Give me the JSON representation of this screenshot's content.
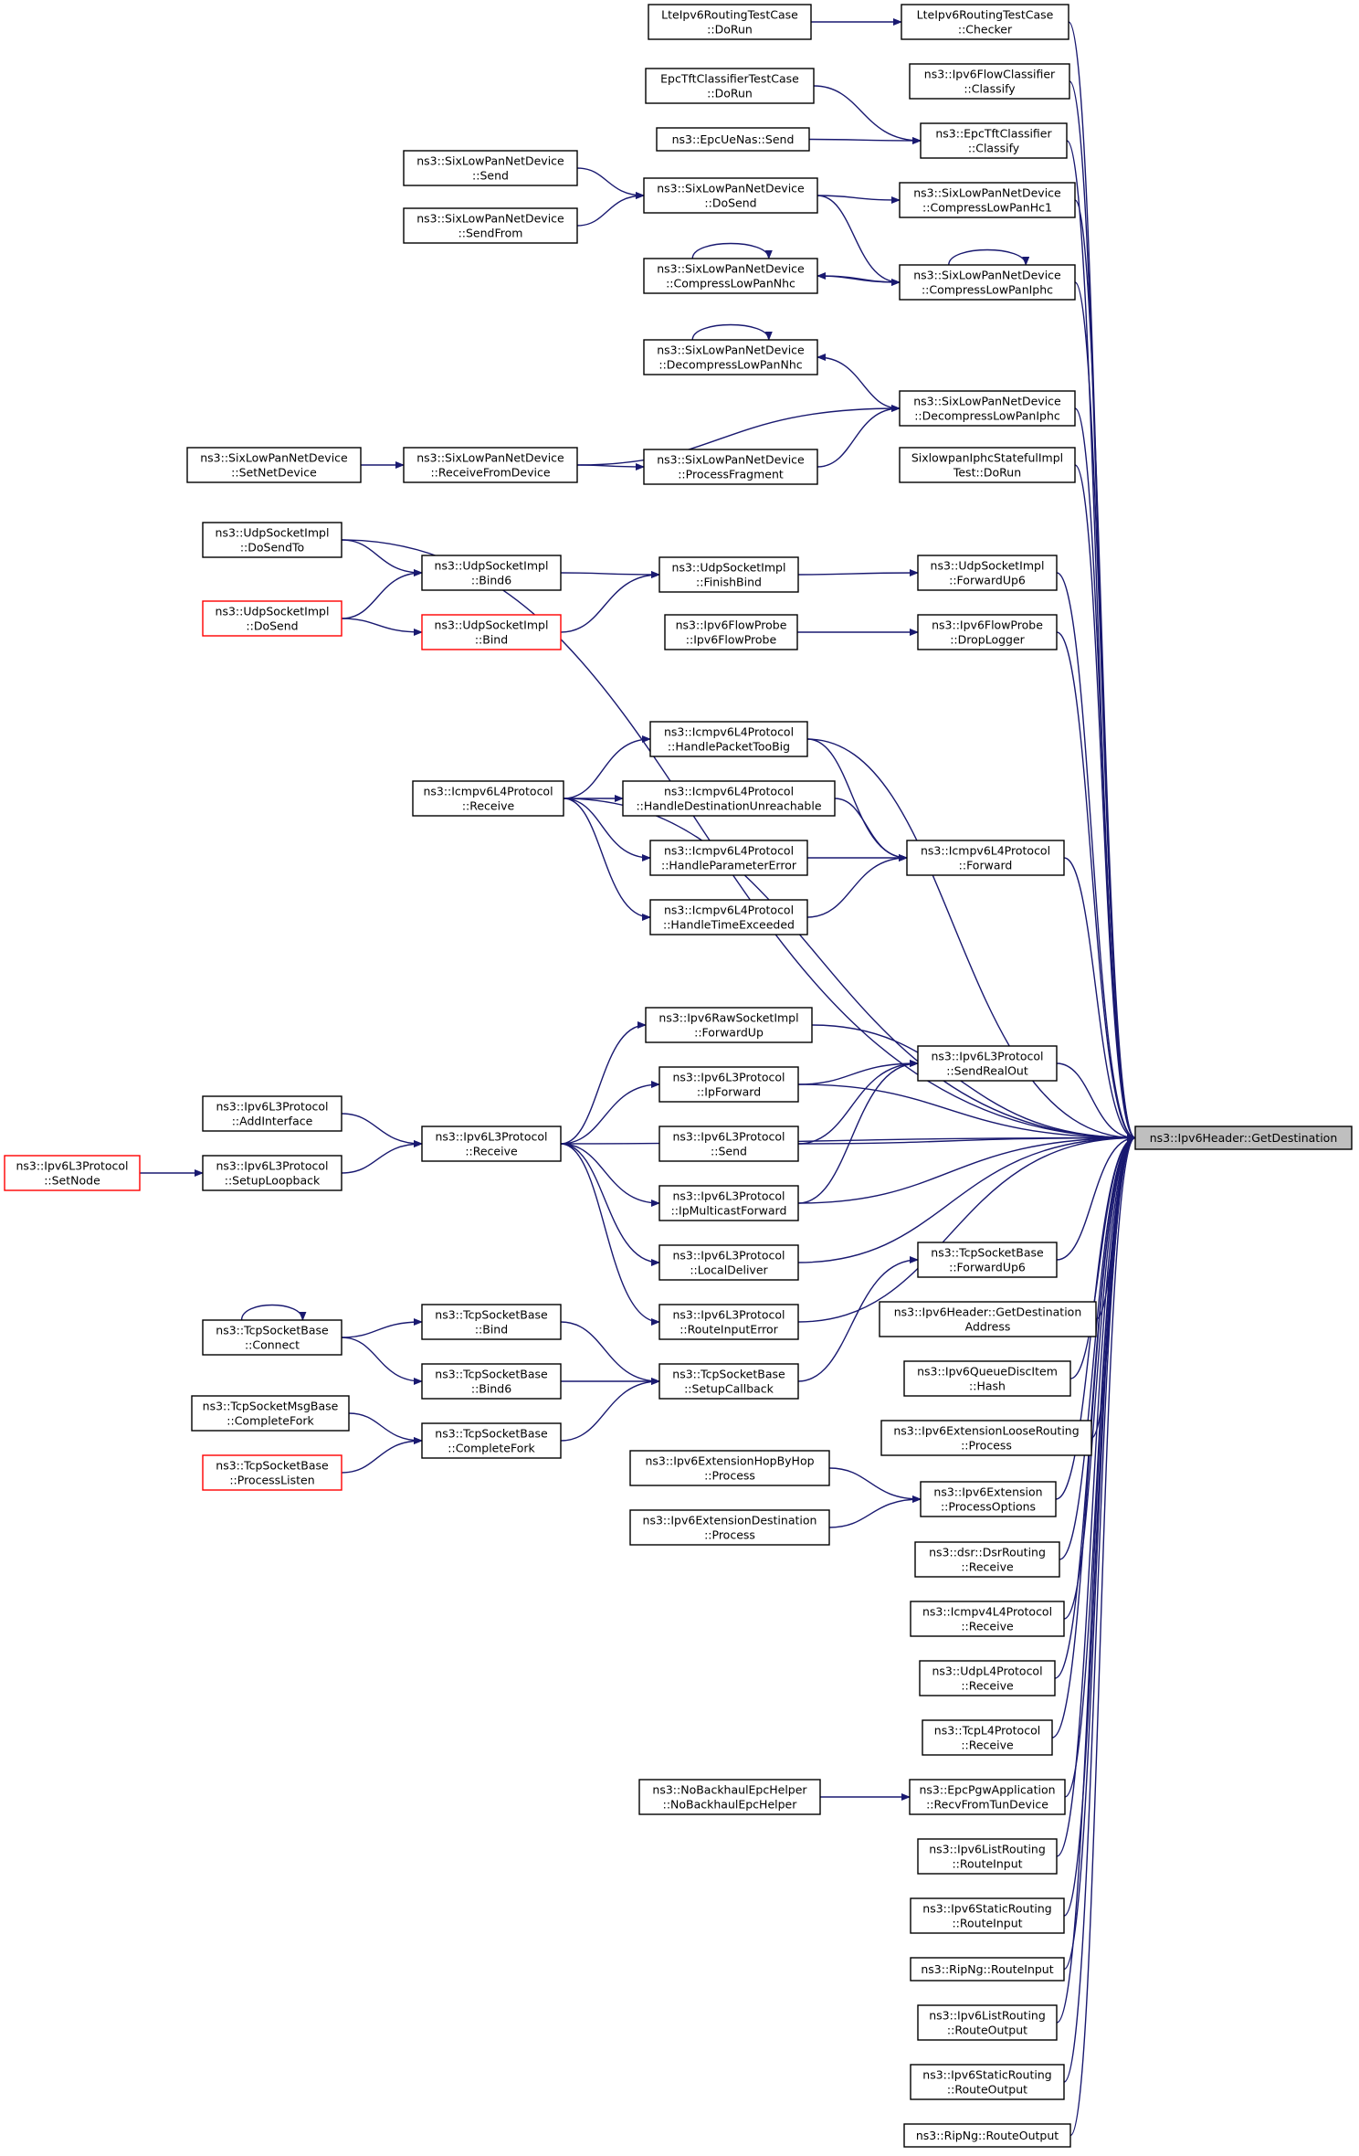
{
  "title": "",
  "colors": {
    "edge": "#191970",
    "node_border": "#000000",
    "truncated_border": "#ff0000",
    "root_fill": "#bfbfbf",
    "background": "#ffffff"
  },
  "nodes": {
    "root": {
      "lines": [
        "ns3::Ipv6Header::GetDestination"
      ]
    },
    "lteChecker": {
      "lines": [
        "LteIpv6RoutingTestCase",
        "::Checker"
      ]
    },
    "lteDoRun": {
      "lines": [
        "LteIpv6RoutingTestCase",
        "::DoRun"
      ]
    },
    "flowClassify": {
      "lines": [
        "ns3::Ipv6FlowClassifier",
        "::Classify"
      ]
    },
    "epcTftClassify": {
      "lines": [
        "ns3::EpcTftClassifier",
        "::Classify"
      ]
    },
    "epcTftTestDoRun": {
      "lines": [
        "EpcTftClassifierTestCase",
        "::DoRun"
      ]
    },
    "epcUeNasSend": {
      "lines": [
        "ns3::EpcUeNas::Send"
      ]
    },
    "compressHc1": {
      "lines": [
        "ns3::SixLowPanNetDevice",
        "::CompressLowPanHc1"
      ]
    },
    "sixDoSend": {
      "lines": [
        "ns3::SixLowPanNetDevice",
        "::DoSend"
      ]
    },
    "sixSend": {
      "lines": [
        "ns3::SixLowPanNetDevice",
        "::Send"
      ]
    },
    "sixSendFrom": {
      "lines": [
        "ns3::SixLowPanNetDevice",
        "::SendFrom"
      ]
    },
    "compressIphc": {
      "lines": [
        "ns3::SixLowPanNetDevice",
        "::CompressLowPanIphc"
      ]
    },
    "compressNhc": {
      "lines": [
        "ns3::SixLowPanNetDevice",
        "::CompressLowPanNhc"
      ]
    },
    "decompressIphc": {
      "lines": [
        "ns3::SixLowPanNetDevice",
        "::DecompressLowPanIphc"
      ]
    },
    "decompressNhc": {
      "lines": [
        "ns3::SixLowPanNetDevice",
        "::DecompressLowPanNhc"
      ]
    },
    "receiveFromDevice": {
      "lines": [
        "ns3::SixLowPanNetDevice",
        "::ReceiveFromDevice"
      ]
    },
    "setNetDevice": {
      "lines": [
        "ns3::SixLowPanNetDevice",
        "::SetNetDevice"
      ]
    },
    "processFragment": {
      "lines": [
        "ns3::SixLowPanNetDevice",
        "::ProcessFragment"
      ]
    },
    "iphcStatefulDoRun": {
      "lines": [
        "SixlowpanIphcStatefulImpl",
        "Test::DoRun"
      ]
    },
    "udpDoSendTo": {
      "lines": [
        "ns3::UdpSocketImpl",
        "::DoSendTo"
      ]
    },
    "udpForwardUp6": {
      "lines": [
        "ns3::UdpSocketImpl",
        "::ForwardUp6"
      ]
    },
    "udpFinishBind": {
      "lines": [
        "ns3::UdpSocketImpl",
        "::FinishBind"
      ]
    },
    "udpBind6": {
      "lines": [
        "ns3::UdpSocketImpl",
        "::Bind6"
      ]
    },
    "udpDoSend": {
      "lines": [
        "ns3::UdpSocketImpl",
        "::DoSend"
      ]
    },
    "udpBind": {
      "lines": [
        "ns3::UdpSocketImpl",
        "::Bind"
      ]
    },
    "dropLogger": {
      "lines": [
        "ns3::Ipv6FlowProbe",
        "::DropLogger"
      ]
    },
    "flowProbeCtor": {
      "lines": [
        "ns3::Ipv6FlowProbe",
        "::Ipv6FlowProbe"
      ]
    },
    "icmpTooBig": {
      "lines": [
        "ns3::Icmpv6L4Protocol",
        "::HandlePacketTooBig"
      ]
    },
    "icmpUnreach": {
      "lines": [
        "ns3::Icmpv6L4Protocol",
        "::HandleDestinationUnreachable"
      ]
    },
    "icmpParamError": {
      "lines": [
        "ns3::Icmpv6L4Protocol",
        "::HandleParameterError"
      ]
    },
    "icmpTimeExceeded": {
      "lines": [
        "ns3::Icmpv6L4Protocol",
        "::HandleTimeExceeded"
      ]
    },
    "icmpReceive": {
      "lines": [
        "ns3::Icmpv6L4Protocol",
        "::Receive"
      ]
    },
    "icmpForward": {
      "lines": [
        "ns3::Icmpv6L4Protocol",
        "::Forward"
      ]
    },
    "rawForwardUp": {
      "lines": [
        "ns3::Ipv6RawSocketImpl",
        "::ForwardUp"
      ]
    },
    "l3SendRealOut": {
      "lines": [
        "ns3::Ipv6L3Protocol",
        "::SendRealOut"
      ]
    },
    "l3IpForward": {
      "lines": [
        "ns3::Ipv6L3Protocol",
        "::IpForward"
      ]
    },
    "l3Send": {
      "lines": [
        "ns3::Ipv6L3Protocol",
        "::Send"
      ]
    },
    "l3IpMulticastForward": {
      "lines": [
        "ns3::Ipv6L3Protocol",
        "::IpMulticastForward"
      ]
    },
    "l3LocalDeliver": {
      "lines": [
        "ns3::Ipv6L3Protocol",
        "::LocalDeliver"
      ]
    },
    "l3RouteInputError": {
      "lines": [
        "ns3::Ipv6L3Protocol",
        "::RouteInputError"
      ]
    },
    "l3Receive": {
      "lines": [
        "ns3::Ipv6L3Protocol",
        "::Receive"
      ]
    },
    "l3AddInterface": {
      "lines": [
        "ns3::Ipv6L3Protocol",
        "::AddInterface"
      ]
    },
    "l3SetupLoopback": {
      "lines": [
        "ns3::Ipv6L3Protocol",
        "::SetupLoopback"
      ]
    },
    "l3SetNode": {
      "lines": [
        "ns3::Ipv6L3Protocol",
        "::SetNode"
      ]
    },
    "tcpForwardUp6": {
      "lines": [
        "ns3::TcpSocketBase",
        "::ForwardUp6"
      ]
    },
    "getDestAddress": {
      "lines": [
        "ns3::Ipv6Header::GetDestination",
        "Address"
      ]
    },
    "queueDiscHash": {
      "lines": [
        "ns3::Ipv6QueueDiscItem",
        "::Hash"
      ]
    },
    "looseRouting": {
      "lines": [
        "ns3::Ipv6ExtensionLooseRouting",
        "::Process"
      ]
    },
    "tcpSetupCallback": {
      "lines": [
        "ns3::TcpSocketBase",
        "::SetupCallback"
      ]
    },
    "tcpBind": {
      "lines": [
        "ns3::TcpSocketBase",
        "::Bind"
      ]
    },
    "tcpBind6": {
      "lines": [
        "ns3::TcpSocketBase",
        "::Bind6"
      ]
    },
    "tcpCompleteFork": {
      "lines": [
        "ns3::TcpSocketBase",
        "::CompleteFork"
      ]
    },
    "tcpConnect": {
      "lines": [
        "ns3::TcpSocketBase",
        "::Connect"
      ]
    },
    "tcpMsgCompleteFork": {
      "lines": [
        "ns3::TcpSocketMsgBase",
        "::CompleteFork"
      ]
    },
    "tcpProcessListen": {
      "lines": [
        "ns3::TcpSocketBase",
        "::ProcessListen"
      ]
    },
    "extProcessOptions": {
      "lines": [
        "ns3::Ipv6Extension",
        "::ProcessOptions"
      ]
    },
    "hopByHop": {
      "lines": [
        "ns3::Ipv6ExtensionHopByHop",
        "::Process"
      ]
    },
    "extDestination": {
      "lines": [
        "ns3::Ipv6ExtensionDestination",
        "::Process"
      ]
    },
    "dsrReceive": {
      "lines": [
        "ns3::dsr::DsrRouting",
        "::Receive"
      ]
    },
    "icmp4Receive": {
      "lines": [
        "ns3::Icmpv4L4Protocol",
        "::Receive"
      ]
    },
    "udpL4Receive": {
      "lines": [
        "ns3::UdpL4Protocol",
        "::Receive"
      ]
    },
    "tcpL4Receive": {
      "lines": [
        "ns3::TcpL4Protocol",
        "::Receive"
      ]
    },
    "epcPgwRecv": {
      "lines": [
        "ns3::EpcPgwApplication",
        "::RecvFromTunDevice"
      ]
    },
    "noBackhaul": {
      "lines": [
        "ns3::NoBackhaulEpcHelper",
        "::NoBackhaulEpcHelper"
      ]
    },
    "listRouteInput": {
      "lines": [
        "ns3::Ipv6ListRouting",
        "::RouteInput"
      ]
    },
    "staticRouteInput": {
      "lines": [
        "ns3::Ipv6StaticRouting",
        "::RouteInput"
      ]
    },
    "ripRouteInput": {
      "lines": [
        "ns3::RipNg::RouteInput"
      ]
    },
    "listRouteOutput": {
      "lines": [
        "ns3::Ipv6ListRouting",
        "::RouteOutput"
      ]
    },
    "staticRouteOutput": {
      "lines": [
        "ns3::Ipv6StaticRouting",
        "::RouteOutput"
      ]
    },
    "ripRouteOutput": {
      "lines": [
        "ns3::RipNg::RouteOutput"
      ]
    }
  },
  "edges": [
    [
      "lteDoRun",
      "lteChecker"
    ],
    [
      "epcTftTestDoRun",
      "epcTftClassify"
    ],
    [
      "epcUeNasSend",
      "epcTftClassify"
    ],
    [
      "sixSend",
      "sixDoSend"
    ],
    [
      "sixSendFrom",
      "sixDoSend"
    ],
    [
      "sixDoSend",
      "compressHc1"
    ],
    [
      "sixDoSend",
      "compressIphc"
    ],
    [
      "compressIphc",
      "compressNhc"
    ],
    [
      "compressNhc",
      "compressIphc"
    ],
    [
      "decompressIphc",
      "decompressNhc"
    ],
    [
      "receiveFromDevice",
      "decompressIphc"
    ],
    [
      "processFragment",
      "decompressIphc"
    ],
    [
      "setNetDevice",
      "receiveFromDevice"
    ],
    [
      "receiveFromDevice",
      "processFragment"
    ],
    [
      "udpDoSendTo",
      "udpBind6"
    ],
    [
      "udpDoSend",
      "udpBind6"
    ],
    [
      "udpDoSend",
      "udpBind"
    ],
    [
      "udpBind6",
      "udpFinishBind"
    ],
    [
      "udpBind",
      "udpFinishBind"
    ],
    [
      "udpFinishBind",
      "udpForwardUp6"
    ],
    [
      "flowProbeCtor",
      "dropLogger"
    ],
    [
      "icmpReceive",
      "icmpTooBig"
    ],
    [
      "icmpReceive",
      "icmpUnreach"
    ],
    [
      "icmpReceive",
      "icmpParamError"
    ],
    [
      "icmpReceive",
      "icmpTimeExceeded"
    ],
    [
      "icmpTooBig",
      "icmpForward"
    ],
    [
      "icmpUnreach",
      "icmpForward"
    ],
    [
      "icmpParamError",
      "icmpForward"
    ],
    [
      "icmpTimeExceeded",
      "icmpForward"
    ],
    [
      "l3Receive",
      "rawForwardUp"
    ],
    [
      "l3Receive",
      "l3IpForward"
    ],
    [
      "l3Receive",
      "l3IpMulticastForward"
    ],
    [
      "l3Receive",
      "l3LocalDeliver"
    ],
    [
      "l3Receive",
      "l3RouteInputError"
    ],
    [
      "l3AddInterface",
      "l3Receive"
    ],
    [
      "l3SetupLoopback",
      "l3Receive"
    ],
    [
      "l3SetNode",
      "l3SetupLoopback"
    ],
    [
      "l3IpForward",
      "l3SendRealOut"
    ],
    [
      "l3Send",
      "l3SendRealOut"
    ],
    [
      "l3IpMulticastForward",
      "l3SendRealOut"
    ],
    [
      "tcpConnect",
      "tcpBind"
    ],
    [
      "tcpConnect",
      "tcpBind6"
    ],
    [
      "tcpBind",
      "tcpSetupCallback"
    ],
    [
      "tcpBind6",
      "tcpSetupCallback"
    ],
    [
      "tcpCompleteFork",
      "tcpSetupCallback"
    ],
    [
      "tcpMsgCompleteFork",
      "tcpCompleteFork"
    ],
    [
      "tcpProcessListen",
      "tcpCompleteFork"
    ],
    [
      "tcpSetupCallback",
      "tcpForwardUp6"
    ],
    [
      "hopByHop",
      "extProcessOptions"
    ],
    [
      "extDestination",
      "extProcessOptions"
    ],
    [
      "noBackhaul",
      "epcPgwRecv"
    ],
    [
      "lteChecker",
      "root"
    ],
    [
      "flowClassify",
      "root"
    ],
    [
      "epcTftClassify",
      "root"
    ],
    [
      "compressHc1",
      "root"
    ],
    [
      "compressIphc",
      "root"
    ],
    [
      "decompressIphc",
      "root"
    ],
    [
      "iphcStatefulDoRun",
      "root"
    ],
    [
      "udpDoSendTo",
      "root"
    ],
    [
      "udpForwardUp6",
      "root"
    ],
    [
      "dropLogger",
      "root"
    ],
    [
      "icmpReceive",
      "root"
    ],
    [
      "icmpTooBig",
      "root"
    ],
    [
      "icmpForward",
      "root"
    ],
    [
      "l3Receive",
      "root"
    ],
    [
      "rawForwardUp",
      "root"
    ],
    [
      "l3SendRealOut",
      "root"
    ],
    [
      "l3IpForward",
      "root"
    ],
    [
      "l3Send",
      "root"
    ],
    [
      "l3IpMulticastForward",
      "root"
    ],
    [
      "l3LocalDeliver",
      "root"
    ],
    [
      "l3RouteInputError",
      "root"
    ],
    [
      "tcpForwardUp6",
      "root"
    ],
    [
      "getDestAddress",
      "root"
    ],
    [
      "queueDiscHash",
      "root"
    ],
    [
      "looseRouting",
      "root"
    ],
    [
      "extProcessOptions",
      "root"
    ],
    [
      "dsrReceive",
      "root"
    ],
    [
      "icmp4Receive",
      "root"
    ],
    [
      "udpL4Receive",
      "root"
    ],
    [
      "tcpL4Receive",
      "root"
    ],
    [
      "epcPgwRecv",
      "root"
    ],
    [
      "listRouteInput",
      "root"
    ],
    [
      "staticRouteInput",
      "root"
    ],
    [
      "ripRouteInput",
      "root"
    ],
    [
      "listRouteOutput",
      "root"
    ],
    [
      "staticRouteOutput",
      "root"
    ],
    [
      "ripRouteOutput",
      "root"
    ]
  ],
  "self_loops": [
    "compressNhc",
    "compressIphc",
    "decompressNhc",
    "tcpConnect"
  ],
  "truncated": [
    "udpDoSend",
    "udpBind",
    "l3SetNode",
    "tcpProcessListen"
  ]
}
